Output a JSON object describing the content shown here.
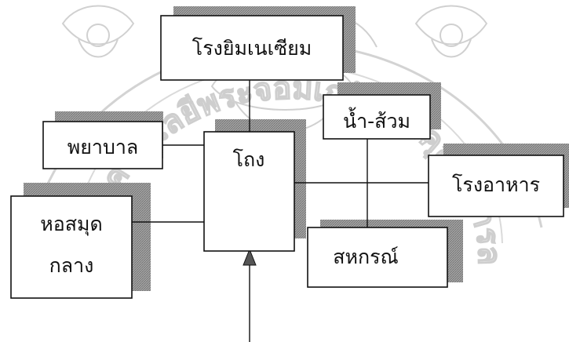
{
  "diagram": {
    "boxes": [
      {
        "id": "gymnasium",
        "label": "โรงยิมเนเซียม"
      },
      {
        "id": "nurse",
        "label": "พยาบาล"
      },
      {
        "id": "hall",
        "label": "โถง"
      },
      {
        "id": "restroom",
        "label": "น้ำ-ส้วม"
      },
      {
        "id": "cafeteria",
        "label": "โรงอาหาร"
      },
      {
        "id": "library",
        "label": "หอสมุด",
        "label2": "กลาง"
      },
      {
        "id": "coop",
        "label": "สหกรณ์"
      }
    ]
  },
  "watermark": {
    "text": "มหาวิทยาลัยเทคโนโลยีพระจอมเกล้าเจ้าคุณทหารลาดกระบัง",
    "style": "seal"
  },
  "colors": {
    "line": "#111111",
    "shadow": "#8a8a8a",
    "watermark": "#c9c9c9"
  }
}
